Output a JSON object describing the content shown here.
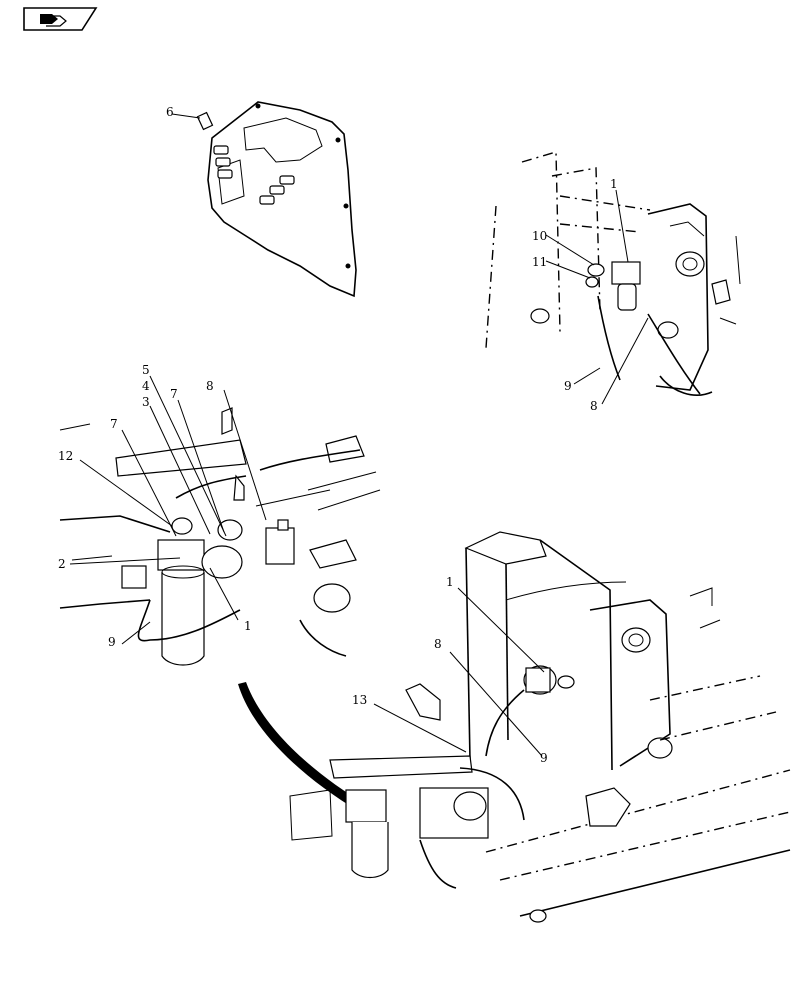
{
  "nav_icon": "page-forward-icon",
  "callouts": {
    "panel": [
      "6"
    ],
    "upper_right": [
      "1",
      "10",
      "11",
      "9",
      "8"
    ],
    "middle_left": [
      "5",
      "4",
      "3",
      "7",
      "8",
      "7",
      "12",
      "2",
      "1",
      "9"
    ],
    "lower_right": [
      "1",
      "8",
      "13",
      "9"
    ]
  }
}
